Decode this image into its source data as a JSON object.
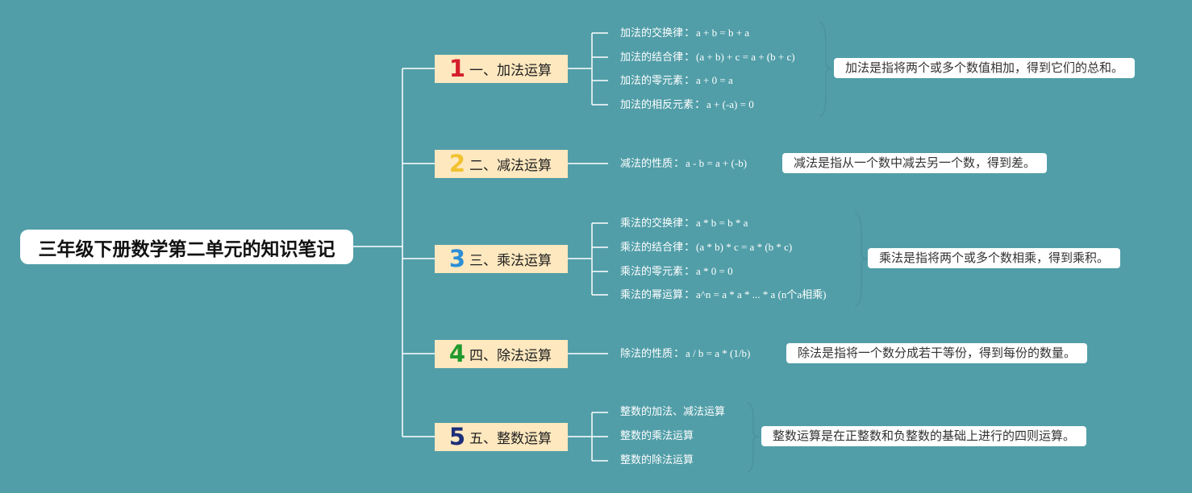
{
  "title": "三年级下册数学第二单元的知识笔记",
  "separator": "：",
  "colors": {
    "background": "#519ea8",
    "branch_bg": "#fde8bf",
    "line": "#ffffff"
  },
  "branches": [
    {
      "number": "1",
      "number_color": "#d4202a",
      "label": "一、加法运算",
      "items": [
        {
          "name": "加法的交换律",
          "formula": "a + b = b + a"
        },
        {
          "name": "加法的结合律",
          "formula": "(a + b) + c = a + (b + c)"
        },
        {
          "name": "加法的零元素",
          "formula": "a + 0 = a"
        },
        {
          "name": "加法的相反元素",
          "formula": "a + (-a) = 0"
        }
      ],
      "note": "加法是指将两个或多个数值相加，得到它们的总和。"
    },
    {
      "number": "2",
      "number_color": "#f2c230",
      "label": "二、减法运算",
      "items": [
        {
          "name": "减法的性质",
          "formula": "a - b = a + (-b)"
        }
      ],
      "note": "减法是指从一个数中减去另一个数，得到差。"
    },
    {
      "number": "3",
      "number_color": "#2b8fd6",
      "label": "三、乘法运算",
      "items": [
        {
          "name": "乘法的交换律",
          "formula": "a * b = b * a"
        },
        {
          "name": "乘法的结合律",
          "formula": "(a * b) * c = a * (b * c)"
        },
        {
          "name": "乘法的零元素",
          "formula": "a * 0 = 0"
        },
        {
          "name": "乘法的幂运算",
          "formula": "a^n = a * a * ... * a (n个a相乘)"
        }
      ],
      "note": "乘法是指将两个或多个数相乘，得到乘积。"
    },
    {
      "number": "4",
      "number_color": "#1f9a2e",
      "label": "四、除法运算",
      "items": [
        {
          "name": "除法的性质",
          "formula": "a / b = a * (1/b)"
        }
      ],
      "note": "除法是指将一个数分成若干等份，得到每份的数量。"
    },
    {
      "number": "5",
      "number_color": "#1d2f7a",
      "label": "五、整数运算",
      "items": [
        {
          "name": "整数的加法、减法运算",
          "formula": ""
        },
        {
          "name": "整数的乘法运算",
          "formula": ""
        },
        {
          "name": "整数的除法运算",
          "formula": ""
        }
      ],
      "note": "整数运算是在正整数和负整数的基础上进行的四则运算。"
    }
  ]
}
